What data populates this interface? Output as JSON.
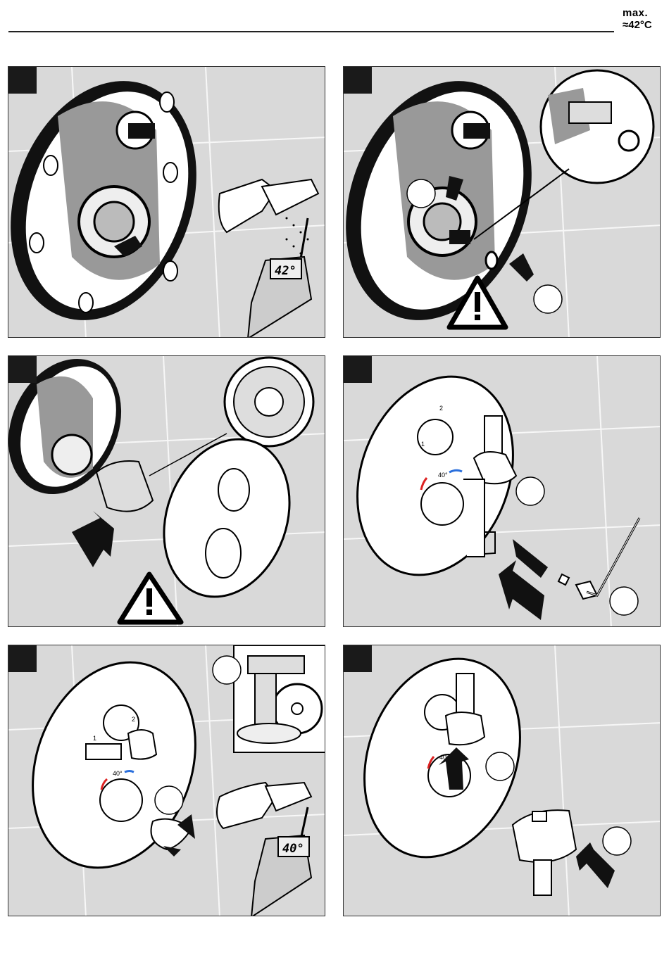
{
  "header": {
    "max_label": "max.",
    "temp_label": "≈42°C"
  },
  "panels": [
    {
      "display": "42°"
    },
    {},
    {},
    {
      "dial_numbers": [
        "1",
        "2"
      ],
      "dial_temp": "40°"
    },
    {
      "dial_numbers": [
        "1",
        "2"
      ],
      "dial_temp": "40°",
      "display": "40°"
    },
    {
      "dial_temp": "40°"
    }
  ],
  "icons": [
    "warning-triangle-icon",
    "arrow-icon",
    "hand-icon",
    "thermometer-icon",
    "shower-head-icon",
    "hex-key-icon"
  ]
}
